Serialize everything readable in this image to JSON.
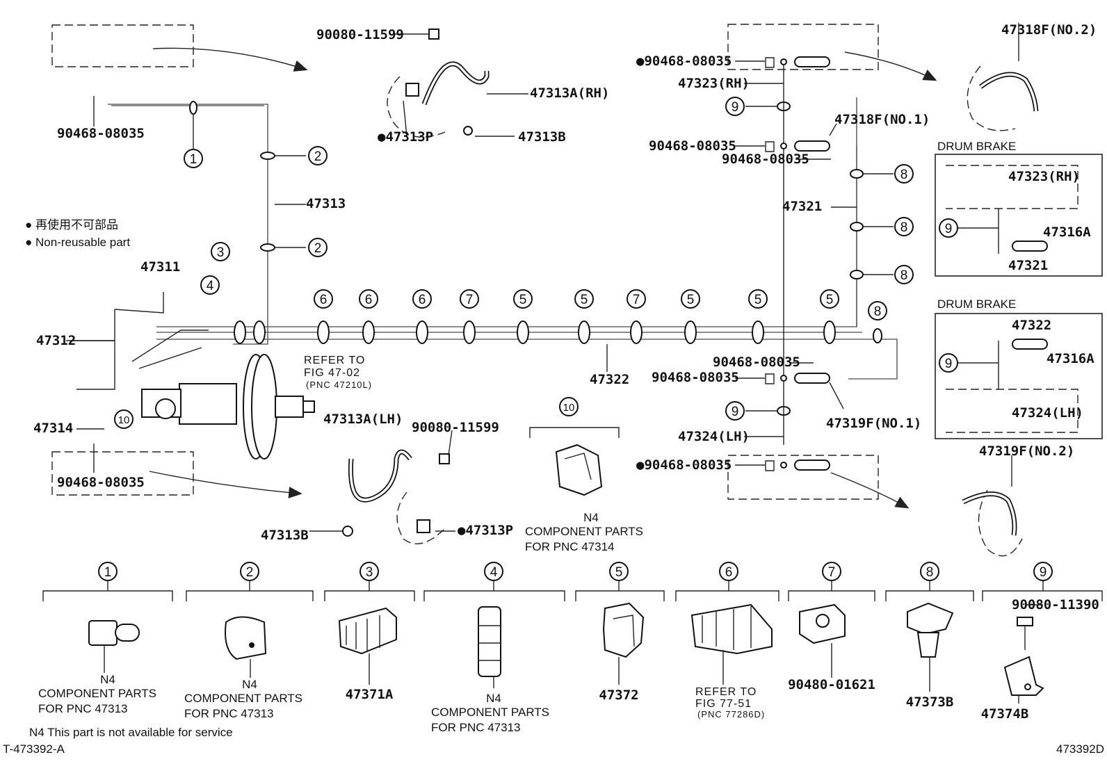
{
  "legend": {
    "line1": "● 再使用不可部品",
    "line2": "● Non-reusable part"
  },
  "footer": {
    "left_id": "T-473392-A",
    "right_id": "473392D",
    "note": "N4 This part is not available for service"
  },
  "labels": {
    "p90080_11599_top": "90080-11599",
    "p47313A_RH": "47313A(RH)",
    "p47313P_top": "●47313P",
    "p47313B_top": "47313B",
    "p90468_tl": "90468-08035",
    "p47313": "47313",
    "p47311": "47311",
    "p47312": "47312",
    "p47314": "47314",
    "p90468_bl": "90468-08035",
    "refer_47_l1": "REFER TO",
    "refer_47_l2": "FIG 47-02",
    "refer_47_l3": "(PNC 47210L)",
    "p47322_main": "47322",
    "p47313A_LH": "47313A(LH)",
    "p90080_11599_bot": "90080-11599",
    "p47313P_bot": "●47313P",
    "p47313B_bot": "47313B",
    "comp10_n4": "N4",
    "comp10_line1": "COMPONENT PARTS",
    "comp10_line2": "FOR PNC 47314",
    "p90468_tr1": "●90468-08035",
    "p47323_RH": "47323(RH)",
    "p90468_tr2": "90468-08035",
    "p47318F_no1": "47318F(NO.1)",
    "p90468_tr3": "90468-08035",
    "p47321": "47321",
    "p47318F_no2": "47318F(NO.2)",
    "drum1_title": "DRUM BRAKE",
    "drum1_47323": "47323(RH)",
    "drum1_47316A": "47316A",
    "drum1_47321": "47321",
    "drum2_title": "DRUM BRAKE",
    "drum2_47322": "47322",
    "drum2_47316A": "47316A",
    "drum2_47324": "47324(LH)",
    "p90468_r1": "90468-08035",
    "p90468_r2": "90468-08035",
    "p47319F_no1": "47319F(NO.1)",
    "p47324_LH": "47324(LH)",
    "p90468_r3": "●90468-08035",
    "p47319F_no2": "47319F(NO.2)",
    "b1_n4": "N4",
    "b1_line1": "COMPONENT PARTS",
    "b1_line2": "FOR PNC 47313",
    "b2_n4": "N4",
    "b2_line1": "COMPONENT PARTS",
    "b2_line2": "FOR PNC 47313",
    "b3_pn": "47371A",
    "b4_n4": "N4",
    "b4_line1": "COMPONENT PARTS",
    "b4_line2": "FOR PNC 47313",
    "b5_pn": "47372",
    "b6_l1": "REFER TO",
    "b6_l2": "FIG 77-51",
    "b6_l3": "(PNC 77286D)",
    "b7_pn": "90480-01621",
    "b8_pn": "47373B",
    "b9_bolt": "90080-11390",
    "b9_pn": "47374B"
  },
  "callouts": {
    "c1": "1",
    "c2": "2",
    "c3": "3",
    "c4": "4",
    "c5": "5",
    "c6": "6",
    "c7": "7",
    "c8": "8",
    "c9": "9",
    "c10": "10"
  }
}
